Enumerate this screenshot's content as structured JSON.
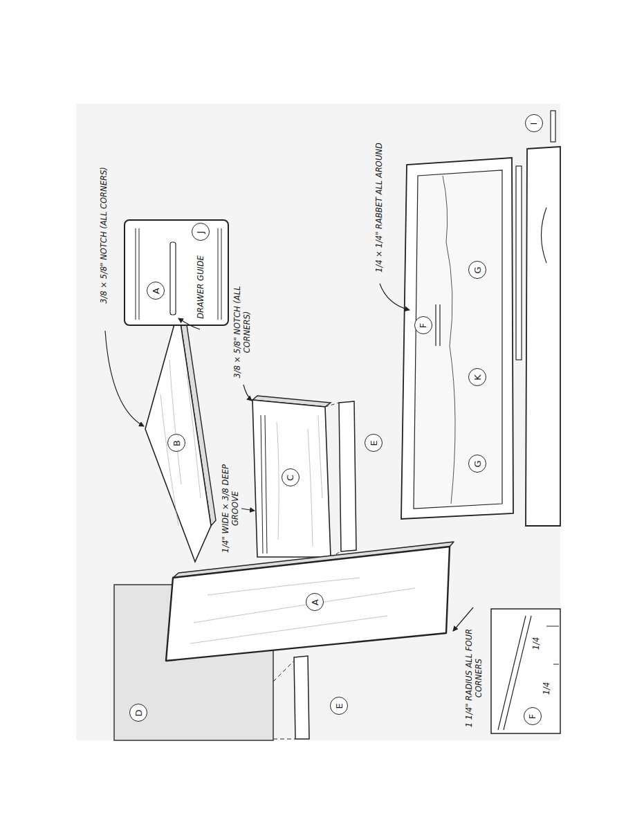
{
  "diagram": {
    "nodes": [
      {
        "text": [
          "A"
        ]
      },
      {
        "text": [
          "J"
        ]
      },
      {
        "text": [
          "B"
        ]
      },
      {
        "text": [
          "A"
        ]
      },
      {
        "text": [
          "C"
        ]
      },
      {
        "text": [
          "E"
        ]
      },
      {
        "text": [
          "E"
        ]
      },
      {
        "text": [
          "D"
        ]
      },
      {
        "text": [
          "F"
        ]
      },
      {
        "text": [
          "G"
        ]
      },
      {
        "text": [
          "K"
        ]
      },
      {
        "text": [
          "G"
        ]
      },
      {
        "text": [
          "I"
        ]
      },
      {
        "text": [
          "F"
        ]
      }
    ],
    "labels": [
      "3/8 × 5/8\" NOTCH (ALL CORNERS)",
      "DRAWER GUIDE",
      "3/8 × 5/8\" NOTCH (ALL CORNERS)",
      "1/4\" WIDE × 3/8 DEEP GROOVE",
      "1/4 × 1/4\" RABBET ALL AROUND",
      "1 1/4\" RADIUS ALL FOUR CORNERS",
      "1/4",
      "1/4"
    ]
  }
}
